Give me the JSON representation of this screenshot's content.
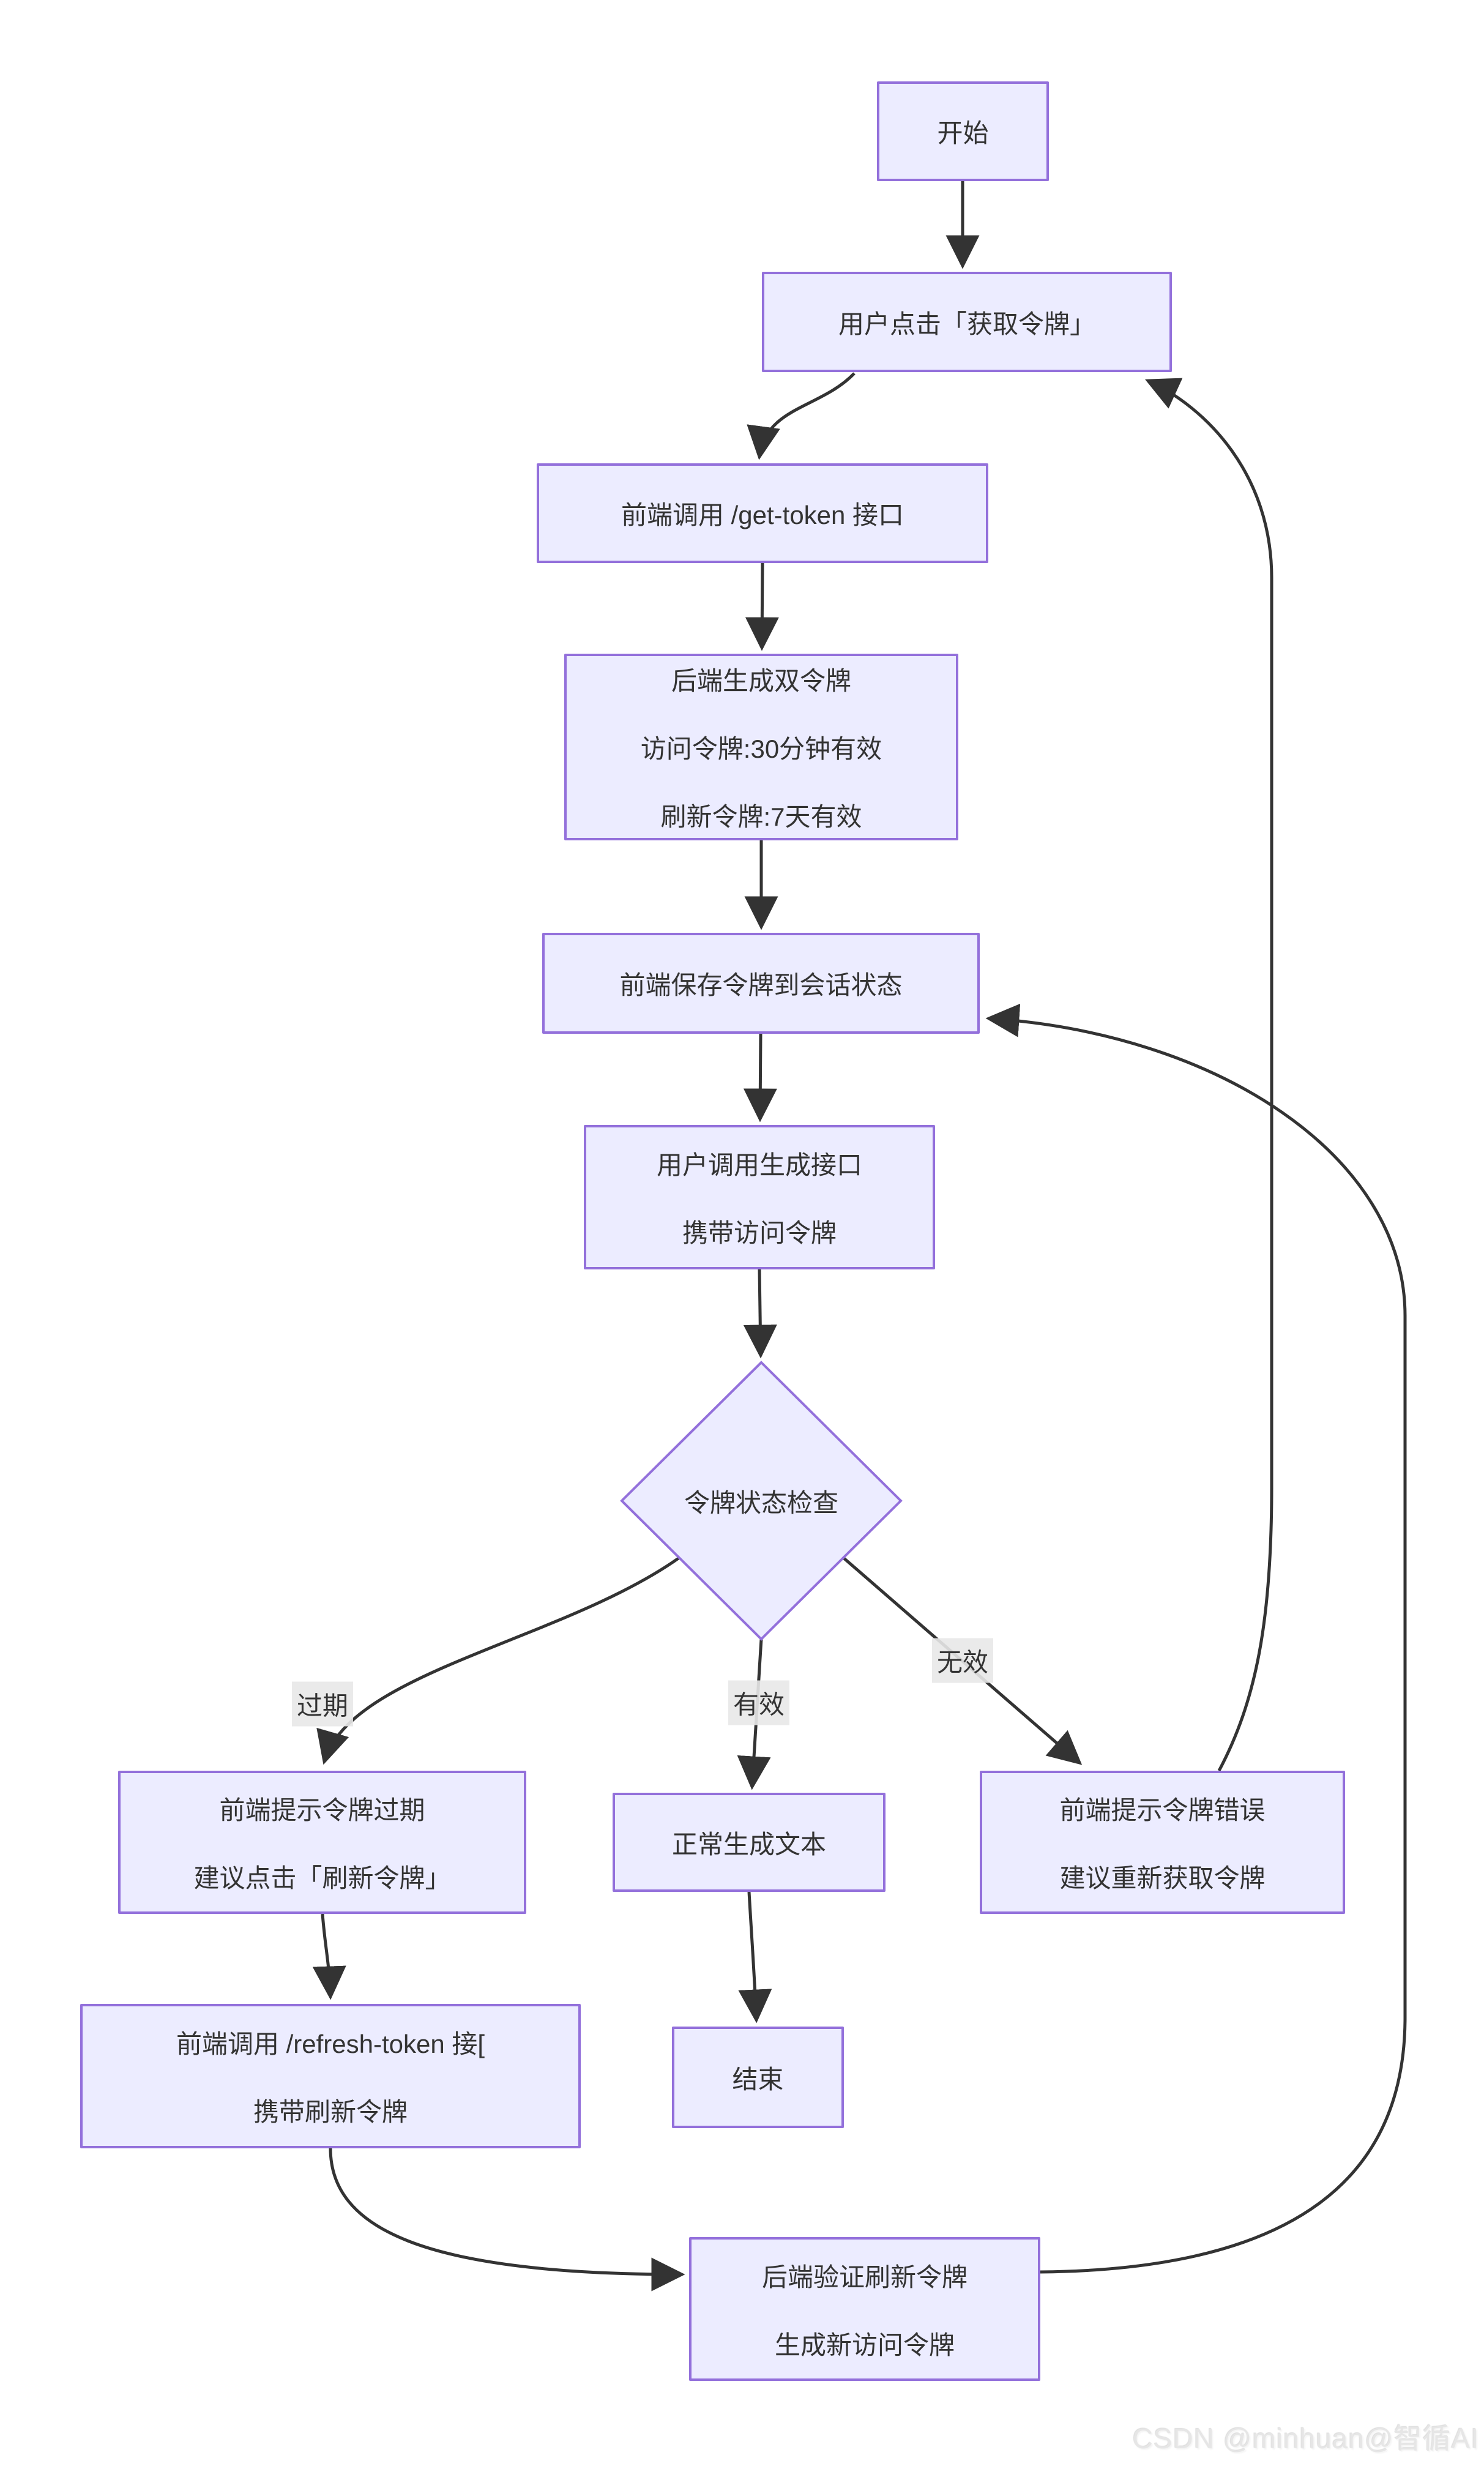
{
  "colors": {
    "node_fill": "#ECECFF",
    "node_border": "#9370DB",
    "edge_color": "#333333",
    "edge_label_bg": "#e8e8e8",
    "text_color": "#333333",
    "watermark_color": "#e6e6e6",
    "background": "#ffffff"
  },
  "diagram": {
    "nodes": [
      {
        "id": "start",
        "lines": [
          "开始"
        ]
      },
      {
        "id": "click-get-token",
        "lines": [
          "用户点击「获取令牌」"
        ]
      },
      {
        "id": "call-get-token-api",
        "lines": [
          "前端调用 /get-token 接口"
        ]
      },
      {
        "id": "generate-dual-tokens",
        "lines": [
          "后端生成双令牌",
          "访问令牌:30分钟有效",
          "刷新令牌:7天有效"
        ]
      },
      {
        "id": "save-tokens-session",
        "lines": [
          "前端保存令牌到会话状态"
        ]
      },
      {
        "id": "call-generate-api",
        "lines": [
          "用户调用生成接口",
          "携带访问令牌"
        ]
      },
      {
        "id": "token-status-check",
        "shape": "diamond",
        "lines": [
          "令牌状态检查"
        ]
      },
      {
        "id": "prompt-token-expired",
        "lines": [
          "前端提示令牌过期",
          "建议点击「刷新令牌」"
        ]
      },
      {
        "id": "generate-text-normally",
        "lines": [
          "正常生成文本"
        ]
      },
      {
        "id": "prompt-token-error",
        "lines": [
          "前端提示令牌错误",
          "建议重新获取令牌"
        ]
      },
      {
        "id": "call-refresh-token-api",
        "lines": [
          "前端调用 /refresh-token 接[",
          "携带刷新令牌"
        ]
      },
      {
        "id": "end",
        "lines": [
          "结束"
        ]
      },
      {
        "id": "verify-refresh-token",
        "lines": [
          "后端验证刷新令牌",
          "生成新访问令牌"
        ]
      }
    ],
    "edges": [
      {
        "from": "start",
        "to": "click-get-token",
        "label": ""
      },
      {
        "from": "click-get-token",
        "to": "call-get-token-api",
        "label": ""
      },
      {
        "from": "call-get-token-api",
        "to": "generate-dual-tokens",
        "label": ""
      },
      {
        "from": "generate-dual-tokens",
        "to": "save-tokens-session",
        "label": ""
      },
      {
        "from": "save-tokens-session",
        "to": "call-generate-api",
        "label": ""
      },
      {
        "from": "call-generate-api",
        "to": "token-status-check",
        "label": ""
      },
      {
        "from": "token-status-check",
        "to": "prompt-token-expired",
        "label": "过期"
      },
      {
        "from": "token-status-check",
        "to": "generate-text-normally",
        "label": "有效"
      },
      {
        "from": "token-status-check",
        "to": "prompt-token-error",
        "label": "无效"
      },
      {
        "from": "prompt-token-expired",
        "to": "call-refresh-token-api",
        "label": ""
      },
      {
        "from": "generate-text-normally",
        "to": "end",
        "label": ""
      },
      {
        "from": "call-refresh-token-api",
        "to": "verify-refresh-token",
        "label": ""
      },
      {
        "from": "verify-refresh-token",
        "to": "save-tokens-session",
        "label": ""
      },
      {
        "from": "prompt-token-error",
        "to": "click-get-token",
        "label": ""
      }
    ]
  },
  "watermark": "CSDN @minhuan@智循AI"
}
